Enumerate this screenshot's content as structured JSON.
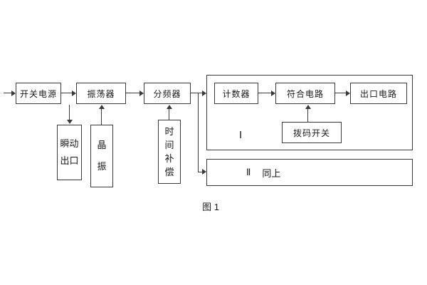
{
  "colors": {
    "line": "#3a3a3a",
    "text": "#1a1a1a"
  },
  "caption": "图 1",
  "blocks": {
    "switch_power": "开关电源",
    "oscillator": "振荡器",
    "frequency_divider": "分频器",
    "counter": "计数器",
    "coincidence_circuit": "符合电路",
    "outlet_circuit": "出口电路",
    "dip_switch": "拨码开关",
    "group1_label": "Ⅰ",
    "group2_label": "Ⅱ",
    "group2_note": "同上",
    "instant_outlet": {
      "line1": "瞬动",
      "line2": "出口"
    },
    "crystal": {
      "line1": "晶",
      "line2": "振"
    },
    "time_compensation": {
      "line1": "时",
      "line2": "间",
      "line3": "补",
      "line4": "偿"
    }
  }
}
